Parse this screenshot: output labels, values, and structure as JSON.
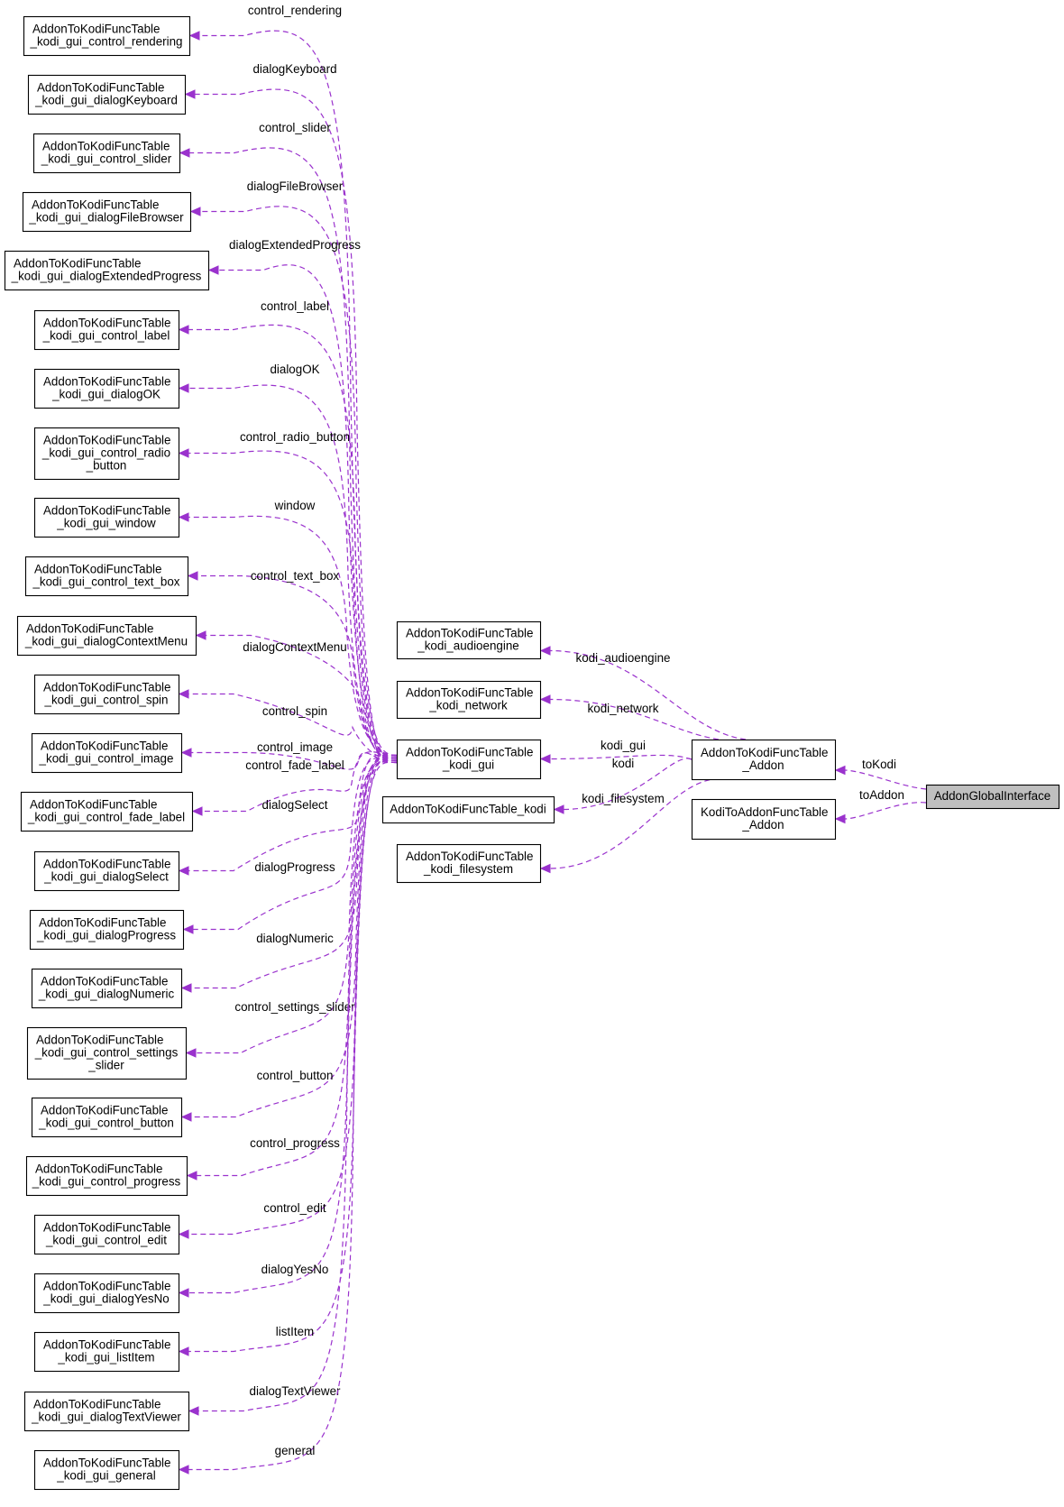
{
  "colors": {
    "edge": "#9a32cd",
    "node_border": "#000000",
    "root_fill": "#bfbfbf",
    "node_fill": "#ffffff"
  },
  "nodes": [
    {
      "id": "root",
      "lines": [
        "AddonGlobalInterface"
      ],
      "highlight": true
    },
    {
      "id": "addon",
      "lines": [
        "AddonToKodiFuncTable",
        "_Addon"
      ]
    },
    {
      "id": "k2a",
      "lines": [
        "KodiToAddonFuncTable",
        "_Addon"
      ]
    },
    {
      "id": "audio",
      "lines": [
        "AddonToKodiFuncTable",
        "_kodi_audioengine"
      ]
    },
    {
      "id": "network",
      "lines": [
        "AddonToKodiFuncTable",
        "_kodi_network"
      ]
    },
    {
      "id": "gui",
      "lines": [
        "AddonToKodiFuncTable",
        "_kodi_gui"
      ]
    },
    {
      "id": "kodi",
      "lines": [
        "AddonToKodiFuncTable_kodi"
      ]
    },
    {
      "id": "fs",
      "lines": [
        "AddonToKodiFuncTable",
        "_kodi_filesystem"
      ]
    },
    {
      "id": "l0",
      "lines": [
        "AddonToKodiFuncTable",
        "_kodi_gui_control_rendering"
      ]
    },
    {
      "id": "l1",
      "lines": [
        "AddonToKodiFuncTable",
        "_kodi_gui_dialogKeyboard"
      ]
    },
    {
      "id": "l2",
      "lines": [
        "AddonToKodiFuncTable",
        "_kodi_gui_control_slider"
      ]
    },
    {
      "id": "l3",
      "lines": [
        "AddonToKodiFuncTable",
        "_kodi_gui_dialogFileBrowser"
      ]
    },
    {
      "id": "l4",
      "lines": [
        "AddonToKodiFuncTable",
        "_kodi_gui_dialogExtendedProgress"
      ]
    },
    {
      "id": "l5",
      "lines": [
        "AddonToKodiFuncTable",
        "_kodi_gui_control_label"
      ]
    },
    {
      "id": "l6",
      "lines": [
        "AddonToKodiFuncTable",
        "_kodi_gui_dialogOK"
      ]
    },
    {
      "id": "l7",
      "lines": [
        "AddonToKodiFuncTable",
        "_kodi_gui_control_radio",
        "_button"
      ]
    },
    {
      "id": "l8",
      "lines": [
        "AddonToKodiFuncTable",
        "_kodi_gui_window"
      ]
    },
    {
      "id": "l9",
      "lines": [
        "AddonToKodiFuncTable",
        "_kodi_gui_control_text_box"
      ]
    },
    {
      "id": "l10",
      "lines": [
        "AddonToKodiFuncTable",
        "_kodi_gui_dialogContextMenu"
      ]
    },
    {
      "id": "l11",
      "lines": [
        "AddonToKodiFuncTable",
        "_kodi_gui_control_spin"
      ]
    },
    {
      "id": "l12",
      "lines": [
        "AddonToKodiFuncTable",
        "_kodi_gui_control_image"
      ]
    },
    {
      "id": "l13",
      "lines": [
        "AddonToKodiFuncTable",
        "_kodi_gui_control_fade_label"
      ]
    },
    {
      "id": "l14",
      "lines": [
        "AddonToKodiFuncTable",
        "_kodi_gui_dialogSelect"
      ]
    },
    {
      "id": "l15",
      "lines": [
        "AddonToKodiFuncTable",
        "_kodi_gui_dialogProgress"
      ]
    },
    {
      "id": "l16",
      "lines": [
        "AddonToKodiFuncTable",
        "_kodi_gui_dialogNumeric"
      ]
    },
    {
      "id": "l17",
      "lines": [
        "AddonToKodiFuncTable",
        "_kodi_gui_control_settings",
        "_slider"
      ]
    },
    {
      "id": "l18",
      "lines": [
        "AddonToKodiFuncTable",
        "_kodi_gui_control_button"
      ]
    },
    {
      "id": "l19",
      "lines": [
        "AddonToKodiFuncTable",
        "_kodi_gui_control_progress"
      ]
    },
    {
      "id": "l20",
      "lines": [
        "AddonToKodiFuncTable",
        "_kodi_gui_control_edit"
      ]
    },
    {
      "id": "l21",
      "lines": [
        "AddonToKodiFuncTable",
        "_kodi_gui_dialogYesNo"
      ]
    },
    {
      "id": "l22",
      "lines": [
        "AddonToKodiFuncTable",
        "_kodi_gui_listItem"
      ]
    },
    {
      "id": "l23",
      "lines": [
        "AddonToKodiFuncTable",
        "_kodi_gui_dialogTextViewer"
      ]
    },
    {
      "id": "l24",
      "lines": [
        "AddonToKodiFuncTable",
        "_kodi_gui_general"
      ]
    }
  ],
  "edges": [
    {
      "from": "root",
      "to": "addon",
      "label": "toKodi"
    },
    {
      "from": "root",
      "to": "k2a",
      "label": "toAddon"
    },
    {
      "from": "addon",
      "to": "audio",
      "label": "kodi_audioengine"
    },
    {
      "from": "addon",
      "to": "network",
      "label": "kodi_network"
    },
    {
      "from": "addon",
      "to": "gui",
      "label": "kodi_gui"
    },
    {
      "from": "addon",
      "to": "kodi",
      "label": "kodi"
    },
    {
      "from": "addon",
      "to": "fs",
      "label": "kodi_filesystem"
    },
    {
      "from": "gui",
      "to": "l0",
      "label": "control_rendering"
    },
    {
      "from": "gui",
      "to": "l1",
      "label": "dialogKeyboard"
    },
    {
      "from": "gui",
      "to": "l2",
      "label": "control_slider"
    },
    {
      "from": "gui",
      "to": "l3",
      "label": "dialogFileBrowser"
    },
    {
      "from": "gui",
      "to": "l4",
      "label": "dialogExtendedProgress"
    },
    {
      "from": "gui",
      "to": "l5",
      "label": "control_label"
    },
    {
      "from": "gui",
      "to": "l6",
      "label": "dialogOK"
    },
    {
      "from": "gui",
      "to": "l7",
      "label": "control_radio_button"
    },
    {
      "from": "gui",
      "to": "l8",
      "label": "window"
    },
    {
      "from": "gui",
      "to": "l9",
      "label": "control_text_box"
    },
    {
      "from": "gui",
      "to": "l10",
      "label": "dialogContextMenu"
    },
    {
      "from": "gui",
      "to": "l11",
      "label": "control_spin"
    },
    {
      "from": "gui",
      "to": "l12",
      "label": "control_image"
    },
    {
      "from": "gui",
      "to": "l13",
      "label": "control_fade_label"
    },
    {
      "from": "gui",
      "to": "l14",
      "label": "dialogSelect"
    },
    {
      "from": "gui",
      "to": "l15",
      "label": "dialogProgress"
    },
    {
      "from": "gui",
      "to": "l16",
      "label": "dialogNumeric"
    },
    {
      "from": "gui",
      "to": "l17",
      "label": "control_settings_slider"
    },
    {
      "from": "gui",
      "to": "l18",
      "label": "control_button"
    },
    {
      "from": "gui",
      "to": "l19",
      "label": "control_progress"
    },
    {
      "from": "gui",
      "to": "l20",
      "label": "control_edit"
    },
    {
      "from": "gui",
      "to": "l21",
      "label": "dialogYesNo"
    },
    {
      "from": "gui",
      "to": "l22",
      "label": "listItem"
    },
    {
      "from": "gui",
      "to": "l23",
      "label": "dialogTextViewer"
    },
    {
      "from": "gui",
      "to": "l24",
      "label": "general"
    }
  ]
}
